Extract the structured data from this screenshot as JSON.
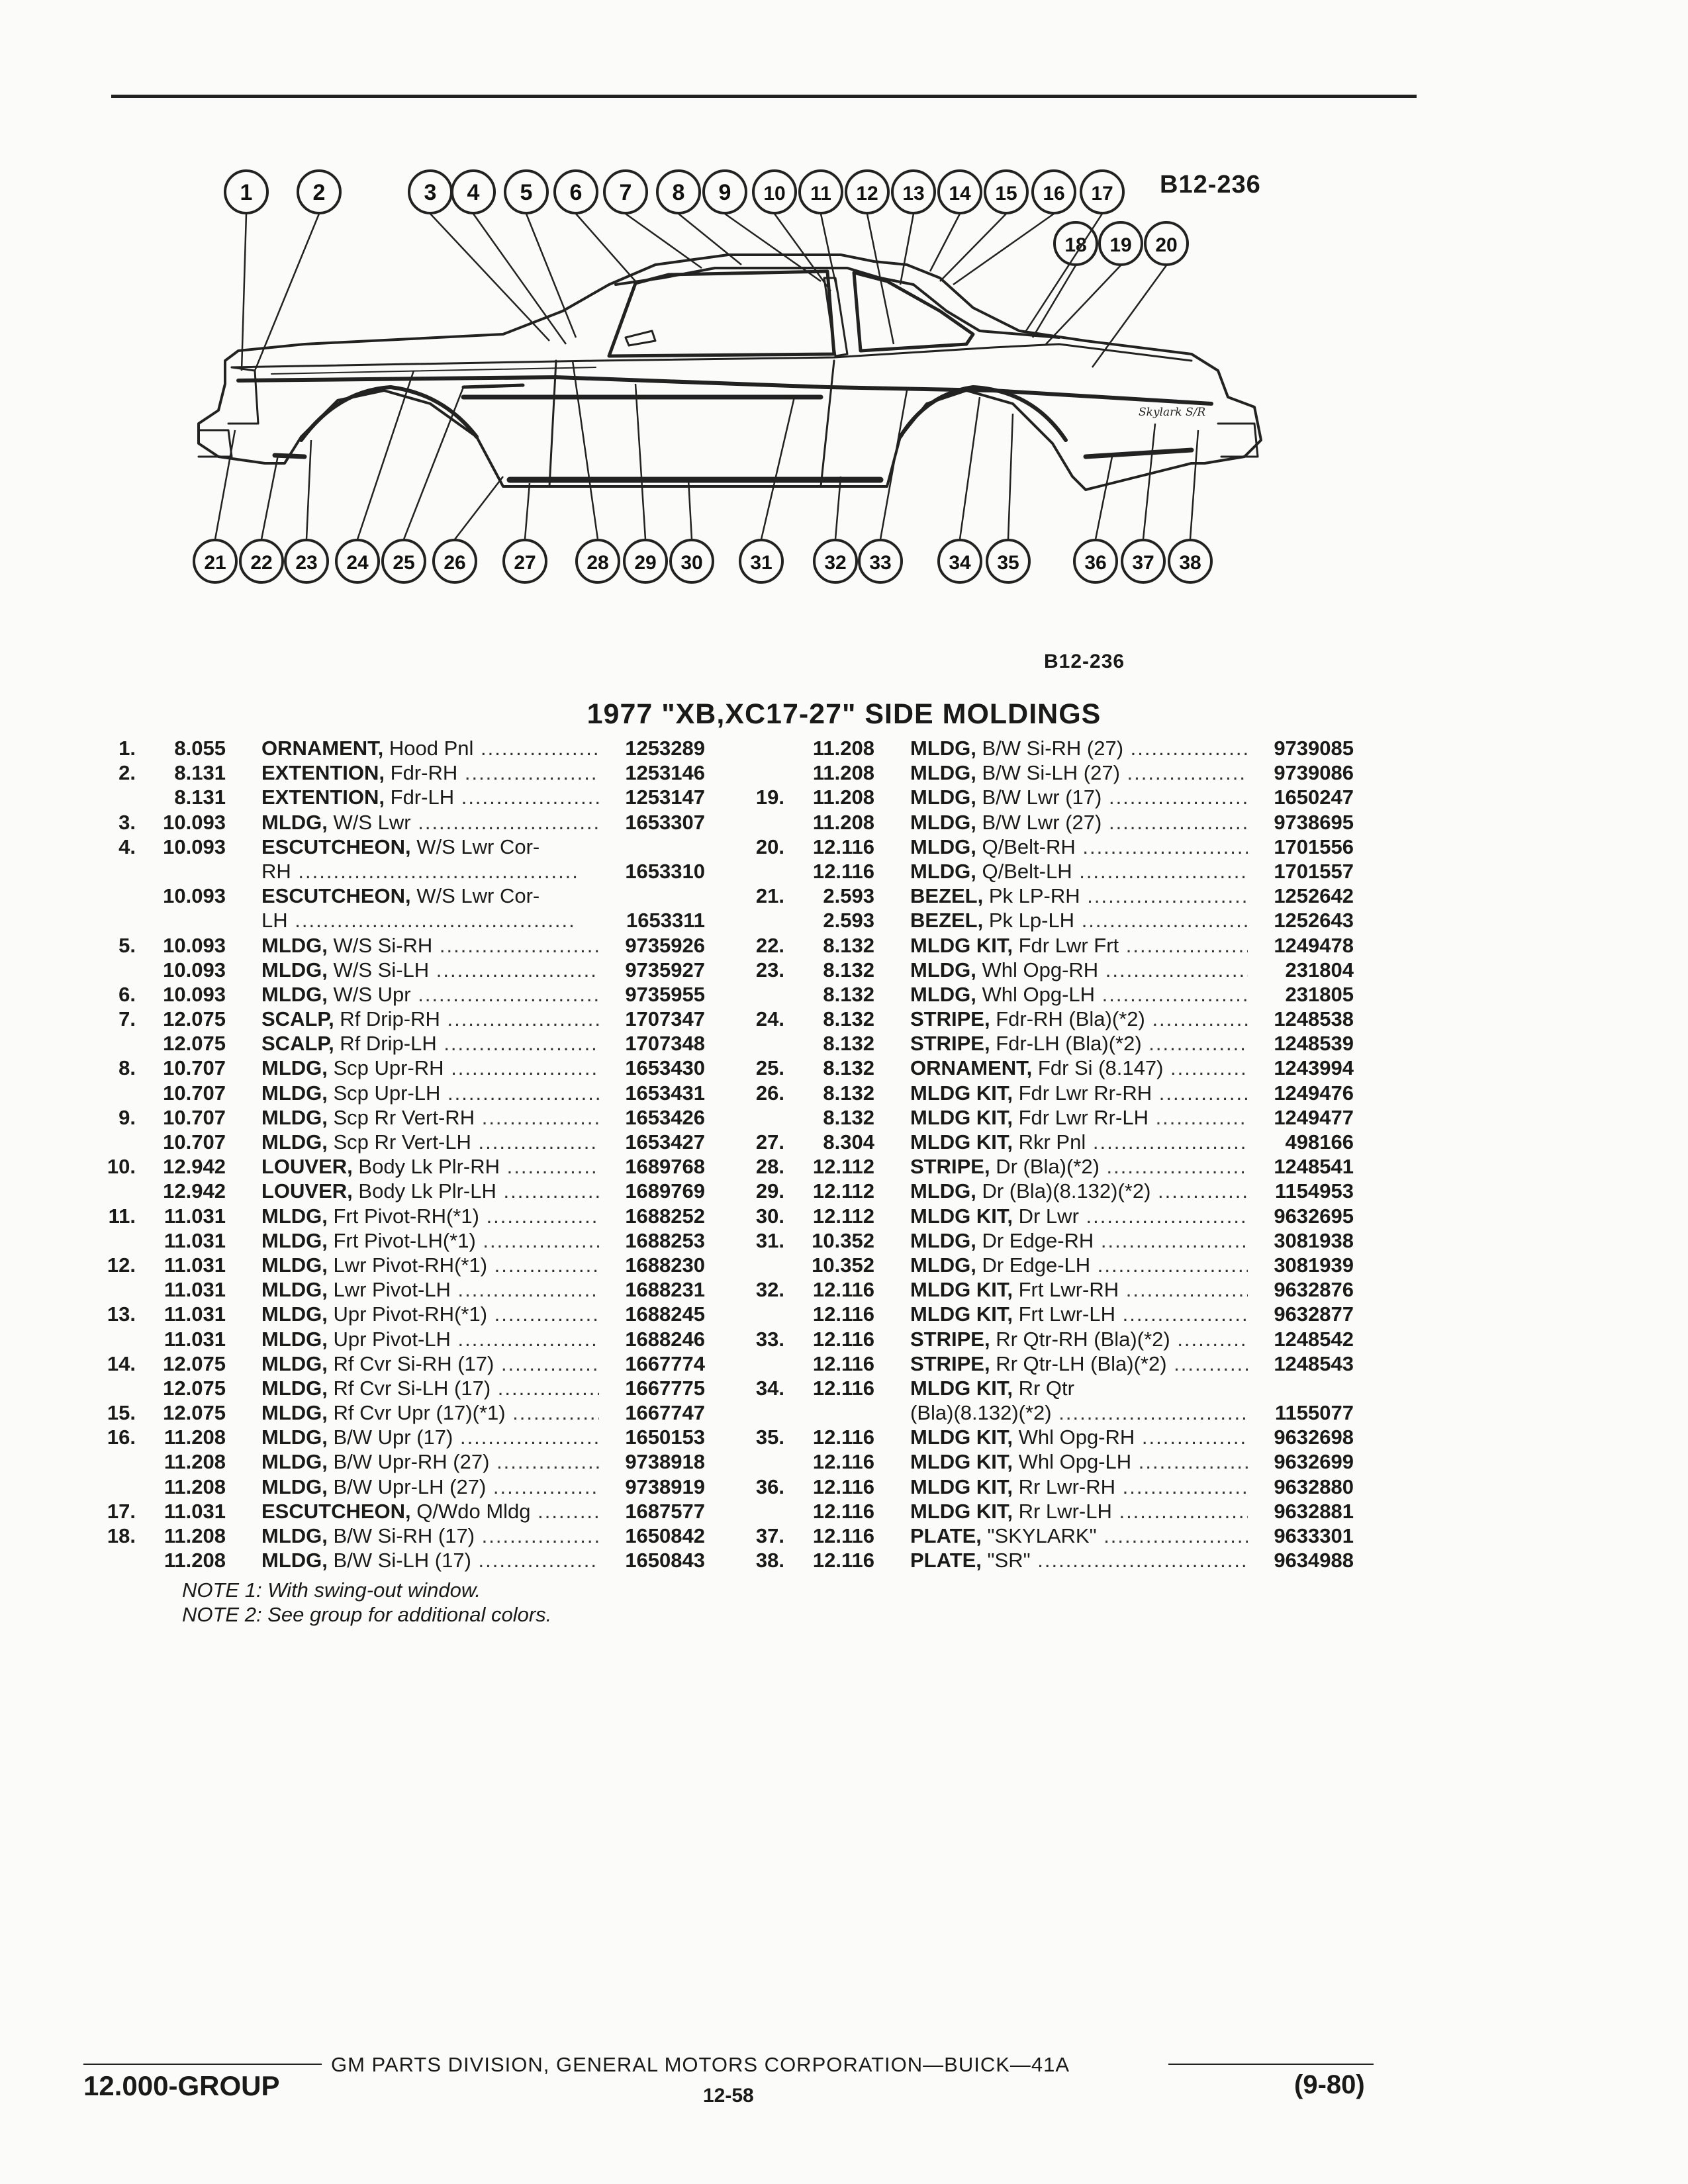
{
  "figure": {
    "code": "B12-236",
    "callouts": [
      "1",
      "2",
      "3",
      "4",
      "5",
      "6",
      "7",
      "8",
      "9",
      "10",
      "11",
      "12",
      "13",
      "14",
      "15",
      "16",
      "17",
      "18",
      "19",
      "20",
      "21",
      "22",
      "23",
      "24",
      "25",
      "26",
      "27",
      "28",
      "29",
      "30",
      "31",
      "32",
      "33",
      "34",
      "35",
      "36",
      "37",
      "38"
    ],
    "badge_text": "Skylark S/R"
  },
  "caption": "B12-236",
  "title": "1977 \"XB,XC17-27\" SIDE MOLDINGS",
  "left_rows": [
    {
      "num": "1.",
      "grp": "8.055",
      "name": "ORNAMENT,",
      "rest": " Hood Pnl",
      "part": "1253289"
    },
    {
      "num": "2.",
      "grp": "8.131",
      "name": "EXTENTION,",
      "rest": " Fdr-RH",
      "part": "1253146"
    },
    {
      "num": "",
      "grp": "8.131",
      "name": "EXTENTION,",
      "rest": " Fdr-LH",
      "part": "1253147"
    },
    {
      "num": "3.",
      "grp": "10.093",
      "name": "MLDG,",
      "rest": " W/S Lwr",
      "part": "1653307"
    },
    {
      "num": "4.",
      "grp": "10.093",
      "name": "ESCUTCHEON,",
      "rest": " W/S Lwr Cor-",
      "part": ""
    },
    {
      "num": "",
      "grp": "",
      "name": "",
      "rest": "RH",
      "part": "1653310"
    },
    {
      "num": "",
      "grp": "10.093",
      "name": "ESCUTCHEON,",
      "rest": " W/S Lwr Cor-",
      "part": ""
    },
    {
      "num": "",
      "grp": "",
      "name": "",
      "rest": "LH",
      "part": "1653311"
    },
    {
      "num": "5.",
      "grp": "10.093",
      "name": "MLDG,",
      "rest": " W/S Si-RH",
      "part": "9735926"
    },
    {
      "num": "",
      "grp": "10.093",
      "name": "MLDG,",
      "rest": " W/S Si-LH",
      "part": "9735927"
    },
    {
      "num": "6.",
      "grp": "10.093",
      "name": "MLDG,",
      "rest": " W/S Upr",
      "part": "9735955"
    },
    {
      "num": "7.",
      "grp": "12.075",
      "name": "SCALP,",
      "rest": " Rf Drip-RH",
      "part": "1707347"
    },
    {
      "num": "",
      "grp": "12.075",
      "name": "SCALP,",
      "rest": " Rf Drip-LH",
      "part": "1707348"
    },
    {
      "num": "8.",
      "grp": "10.707",
      "name": "MLDG,",
      "rest": " Scp Upr-RH",
      "part": "1653430"
    },
    {
      "num": "",
      "grp": "10.707",
      "name": "MLDG,",
      "rest": " Scp Upr-LH",
      "part": "1653431"
    },
    {
      "num": "9.",
      "grp": "10.707",
      "name": "MLDG,",
      "rest": " Scp Rr Vert-RH",
      "part": "1653426"
    },
    {
      "num": "",
      "grp": "10.707",
      "name": "MLDG,",
      "rest": " Scp Rr Vert-LH",
      "part": "1653427"
    },
    {
      "num": "10.",
      "grp": "12.942",
      "name": "LOUVER,",
      "rest": " Body Lk Plr-RH",
      "part": "1689768"
    },
    {
      "num": "",
      "grp": "12.942",
      "name": "LOUVER,",
      "rest": " Body Lk Plr-LH",
      "part": "1689769"
    },
    {
      "num": "11.",
      "grp": "11.031",
      "name": "MLDG,",
      "rest": " Frt Pivot-RH(*1)",
      "part": "1688252"
    },
    {
      "num": "",
      "grp": "11.031",
      "name": "MLDG,",
      "rest": " Frt Pivot-LH(*1)",
      "part": "1688253"
    },
    {
      "num": "12.",
      "grp": "11.031",
      "name": "MLDG,",
      "rest": " Lwr Pivot-RH(*1)",
      "part": "1688230"
    },
    {
      "num": "",
      "grp": "11.031",
      "name": "MLDG,",
      "rest": " Lwr Pivot-LH",
      "part": "1688231"
    },
    {
      "num": "13.",
      "grp": "11.031",
      "name": "MLDG,",
      "rest": " Upr Pivot-RH(*1)",
      "part": "1688245"
    },
    {
      "num": "",
      "grp": "11.031",
      "name": "MLDG,",
      "rest": " Upr Pivot-LH",
      "part": "1688246"
    },
    {
      "num": "14.",
      "grp": "12.075",
      "name": "MLDG,",
      "rest": " Rf Cvr Si-RH (17)",
      "part": "1667774"
    },
    {
      "num": "",
      "grp": "12.075",
      "name": "MLDG,",
      "rest": " Rf Cvr Si-LH (17)",
      "part": "1667775"
    },
    {
      "num": "15.",
      "grp": "12.075",
      "name": "MLDG,",
      "rest": " Rf Cvr Upr (17)(*1)",
      "part": "1667747"
    },
    {
      "num": "16.",
      "grp": "11.208",
      "name": "MLDG,",
      "rest": " B/W Upr (17)",
      "part": "1650153"
    },
    {
      "num": "",
      "grp": "11.208",
      "name": "MLDG,",
      "rest": " B/W Upr-RH (27)",
      "part": "9738918"
    },
    {
      "num": "",
      "grp": "11.208",
      "name": "MLDG,",
      "rest": " B/W Upr-LH (27)",
      "part": "9738919"
    },
    {
      "num": "17.",
      "grp": "11.031",
      "name": "ESCUTCHEON,",
      "rest": " Q/Wdo Mldg",
      "part": "1687577"
    },
    {
      "num": "18.",
      "grp": "11.208",
      "name": "MLDG,",
      "rest": " B/W Si-RH (17)",
      "part": "1650842"
    },
    {
      "num": "",
      "grp": "11.208",
      "name": "MLDG,",
      "rest": " B/W Si-LH (17)",
      "part": "1650843"
    }
  ],
  "right_rows": [
    {
      "num": "",
      "grp": "11.208",
      "name": "MLDG,",
      "rest": " B/W Si-RH (27)",
      "part": "9739085"
    },
    {
      "num": "",
      "grp": "11.208",
      "name": "MLDG,",
      "rest": " B/W Si-LH (27)",
      "part": "9739086"
    },
    {
      "num": "19.",
      "grp": "11.208",
      "name": "MLDG,",
      "rest": " B/W Lwr (17)",
      "part": "1650247"
    },
    {
      "num": "",
      "grp": "11.208",
      "name": "MLDG,",
      "rest": " B/W Lwr (27)",
      "part": "9738695"
    },
    {
      "num": "20.",
      "grp": "12.116",
      "name": "MLDG,",
      "rest": " Q/Belt-RH",
      "part": "1701556"
    },
    {
      "num": "",
      "grp": "12.116",
      "name": "MLDG,",
      "rest": " Q/Belt-LH",
      "part": "1701557"
    },
    {
      "num": "21.",
      "grp": "2.593",
      "name": "BEZEL,",
      "rest": " Pk LP-RH",
      "part": "1252642"
    },
    {
      "num": "",
      "grp": "2.593",
      "name": "BEZEL,",
      "rest": " Pk Lp-LH",
      "part": "1252643"
    },
    {
      "num": "22.",
      "grp": "8.132",
      "name": "MLDG KIT,",
      "rest": " Fdr Lwr Frt",
      "part": "1249478"
    },
    {
      "num": "23.",
      "grp": "8.132",
      "name": "MLDG,",
      "rest": " Whl Opg-RH",
      "part": "231804"
    },
    {
      "num": "",
      "grp": "8.132",
      "name": "MLDG,",
      "rest": " Whl Opg-LH",
      "part": "231805"
    },
    {
      "num": "24.",
      "grp": "8.132",
      "name": "STRIPE,",
      "rest": " Fdr-RH (Bla)(*2)",
      "part": "1248538"
    },
    {
      "num": "",
      "grp": "8.132",
      "name": "STRIPE,",
      "rest": " Fdr-LH (Bla)(*2)",
      "part": "1248539"
    },
    {
      "num": "25.",
      "grp": "8.132",
      "name": "ORNAMENT,",
      "rest": " Fdr Si (8.147)",
      "part": "1243994"
    },
    {
      "num": "26.",
      "grp": "8.132",
      "name": "MLDG KIT,",
      "rest": " Fdr Lwr Rr-RH",
      "part": "1249476"
    },
    {
      "num": "",
      "grp": "8.132",
      "name": "MLDG KIT,",
      "rest": " Fdr Lwr Rr-LH",
      "part": "1249477"
    },
    {
      "num": "27.",
      "grp": "8.304",
      "name": "MLDG KIT,",
      "rest": " Rkr Pnl",
      "part": "498166"
    },
    {
      "num": "28.",
      "grp": "12.112",
      "name": "STRIPE,",
      "rest": " Dr (Bla)(*2)",
      "part": "1248541"
    },
    {
      "num": "29.",
      "grp": "12.112",
      "name": "MLDG,",
      "rest": " Dr (Bla)(8.132)(*2)",
      "part": "1154953"
    },
    {
      "num": "30.",
      "grp": "12.112",
      "name": "MLDG KIT,",
      "rest": " Dr Lwr",
      "part": "9632695"
    },
    {
      "num": "31.",
      "grp": "10.352",
      "name": "MLDG,",
      "rest": " Dr Edge-RH",
      "part": "3081938"
    },
    {
      "num": "",
      "grp": "10.352",
      "name": "MLDG,",
      "rest": " Dr Edge-LH",
      "part": "3081939"
    },
    {
      "num": "32.",
      "grp": "12.116",
      "name": "MLDG KIT,",
      "rest": " Frt Lwr-RH",
      "part": "9632876"
    },
    {
      "num": "",
      "grp": "12.116",
      "name": "MLDG KIT,",
      "rest": " Frt Lwr-LH",
      "part": "9632877"
    },
    {
      "num": "33.",
      "grp": "12.116",
      "name": "STRIPE,",
      "rest": " Rr Qtr-RH (Bla)(*2)",
      "part": "1248542"
    },
    {
      "num": "",
      "grp": "12.116",
      "name": "STRIPE,",
      "rest": " Rr Qtr-LH (Bla)(*2)",
      "part": "1248543"
    },
    {
      "num": "34.",
      "grp": "12.116",
      "name": "MLDG KIT,",
      "rest": " Rr Qtr",
      "part": ""
    },
    {
      "num": "",
      "grp": "",
      "name": "",
      "rest": "(Bla)(8.132)(*2)",
      "part": "1155077"
    },
    {
      "num": "35.",
      "grp": "12.116",
      "name": "MLDG KIT,",
      "rest": " Whl Opg-RH",
      "part": "9632698"
    },
    {
      "num": "",
      "grp": "12.116",
      "name": "MLDG KIT,",
      "rest": " Whl Opg-LH",
      "part": "9632699"
    },
    {
      "num": "36.",
      "grp": "12.116",
      "name": "MLDG KIT,",
      "rest": " Rr Lwr-RH",
      "part": "9632880"
    },
    {
      "num": "",
      "grp": "12.116",
      "name": "MLDG KIT,",
      "rest": " Rr Lwr-LH",
      "part": "9632881"
    },
    {
      "num": "37.",
      "grp": "12.116",
      "name": "PLATE,",
      "rest": " \"SKYLARK\"",
      "part": "9633301"
    },
    {
      "num": "38.",
      "grp": "12.116",
      "name": "PLATE,",
      "rest": " \"SR\"",
      "part": "9634988"
    }
  ],
  "notes": [
    "NOTE 1: With swing-out window.",
    "NOTE 2: See group for additional colors."
  ],
  "footer": {
    "corporation": "GM PARTS DIVISION, GENERAL MOTORS CORPORATION—BUICK—41A",
    "group": "12.000-GROUP",
    "page": "12-58",
    "date": "(9-80)"
  }
}
